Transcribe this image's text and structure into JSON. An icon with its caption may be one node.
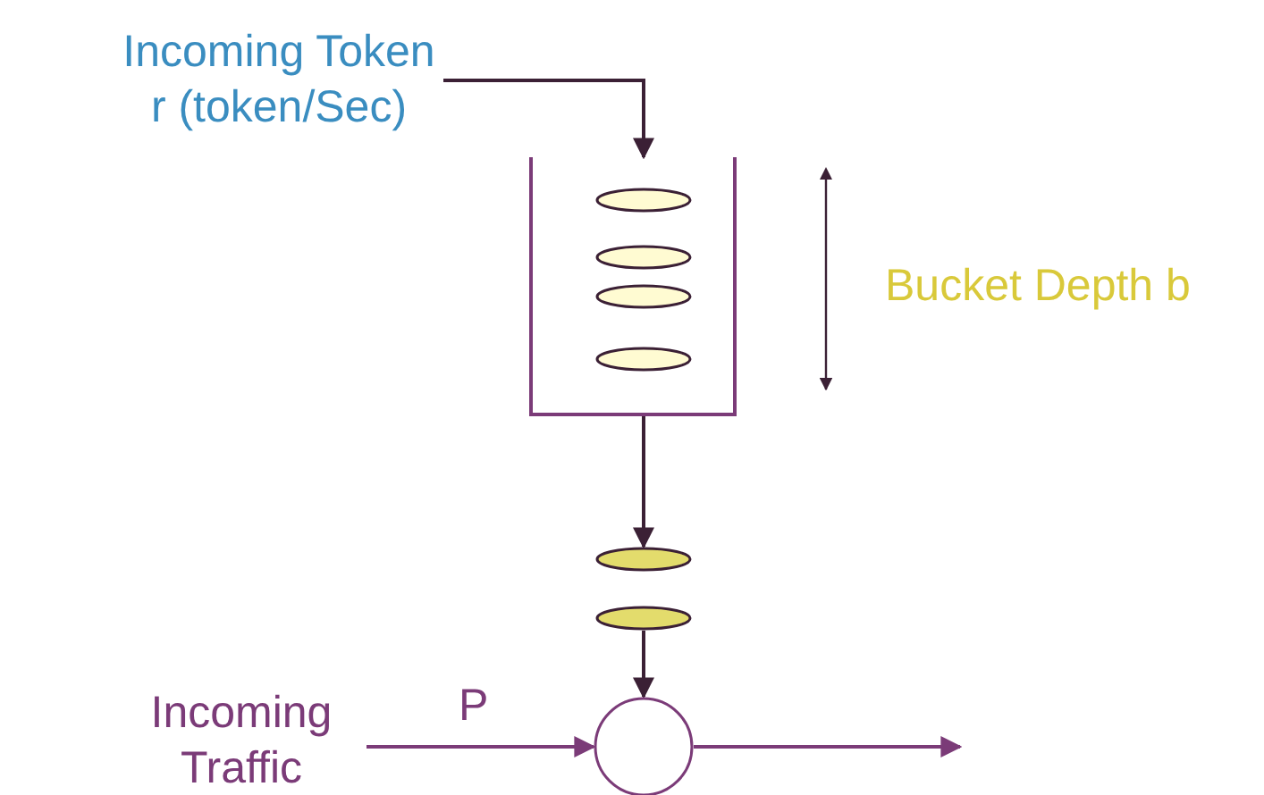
{
  "diagram": {
    "nodes": [
      {
        "text": [
          "Incoming Token r (token/Sec)"
        ]
      },
      {
        "text": [],
        "shape": "bucket"
      },
      {
        "text": [],
        "shape": "ellipse"
      },
      {
        "text": [],
        "shape": "ellipse"
      },
      {
        "text": [
          "Incoming Traffic"
        ]
      },
      {
        "text": [],
        "shape": "circle"
      }
    ],
    "edges": [
      {
        "from": 0,
        "to": 1,
        "arrow": "to"
      },
      {
        "from": 1,
        "to": 2,
        "arrow": "to"
      },
      {
        "from": 3,
        "to": 5,
        "arrow": "to"
      },
      {
        "from": 4,
        "to": 5,
        "label": "P",
        "arrow": "to",
        "color": "#7b3b78"
      },
      {
        "from": 5,
        "to": null,
        "arrow": "to",
        "color": "#7b3b78"
      }
    ],
    "labels": [
      "Bucket Depth b"
    ]
  }
}
